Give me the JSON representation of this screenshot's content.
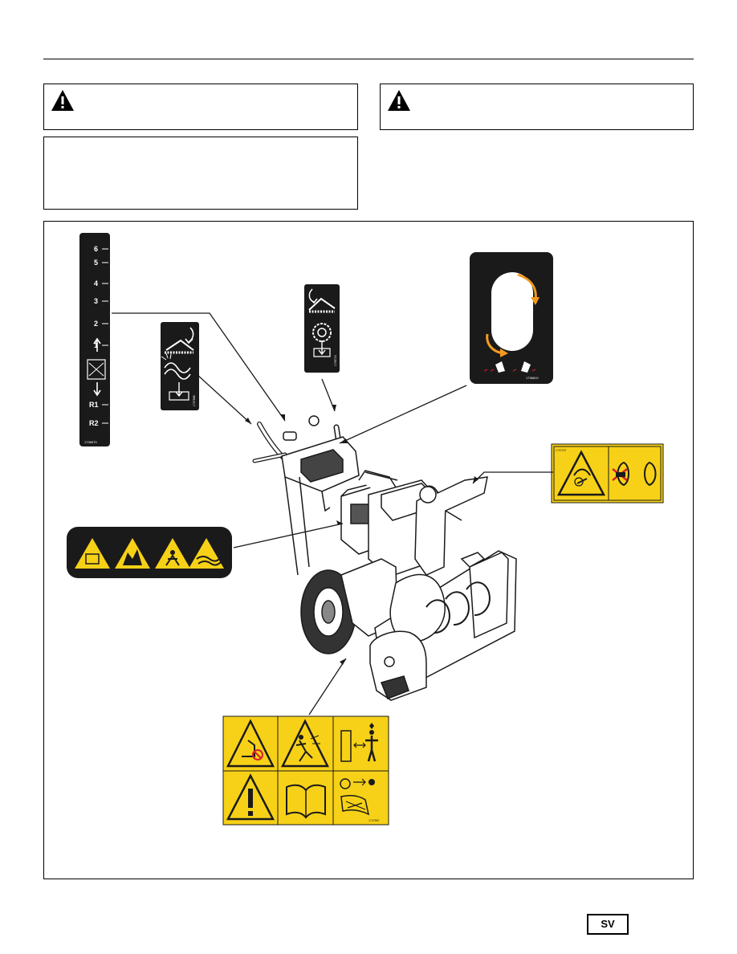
{
  "page": {
    "language_badge": "SV"
  },
  "gear_decal": {
    "gears": [
      "6",
      "5",
      "4",
      "3",
      "2",
      "1",
      "R1",
      "R2"
    ],
    "part_number": "1736579"
  },
  "auger_decal": {
    "part_number": "1737868"
  },
  "drive_decal": {
    "part_number": "1735715"
  },
  "chute_decal": {
    "part_number": "1736810"
  },
  "hand_warning_decal": {
    "part_number": "1737207"
  },
  "safety_decal": {
    "part_number": "1737867"
  },
  "colors": {
    "safety_yellow": "#f7d117",
    "decal_black": "#1a1a1a",
    "accent_orange": "#f39a1e",
    "stop_red": "#d2232a"
  }
}
